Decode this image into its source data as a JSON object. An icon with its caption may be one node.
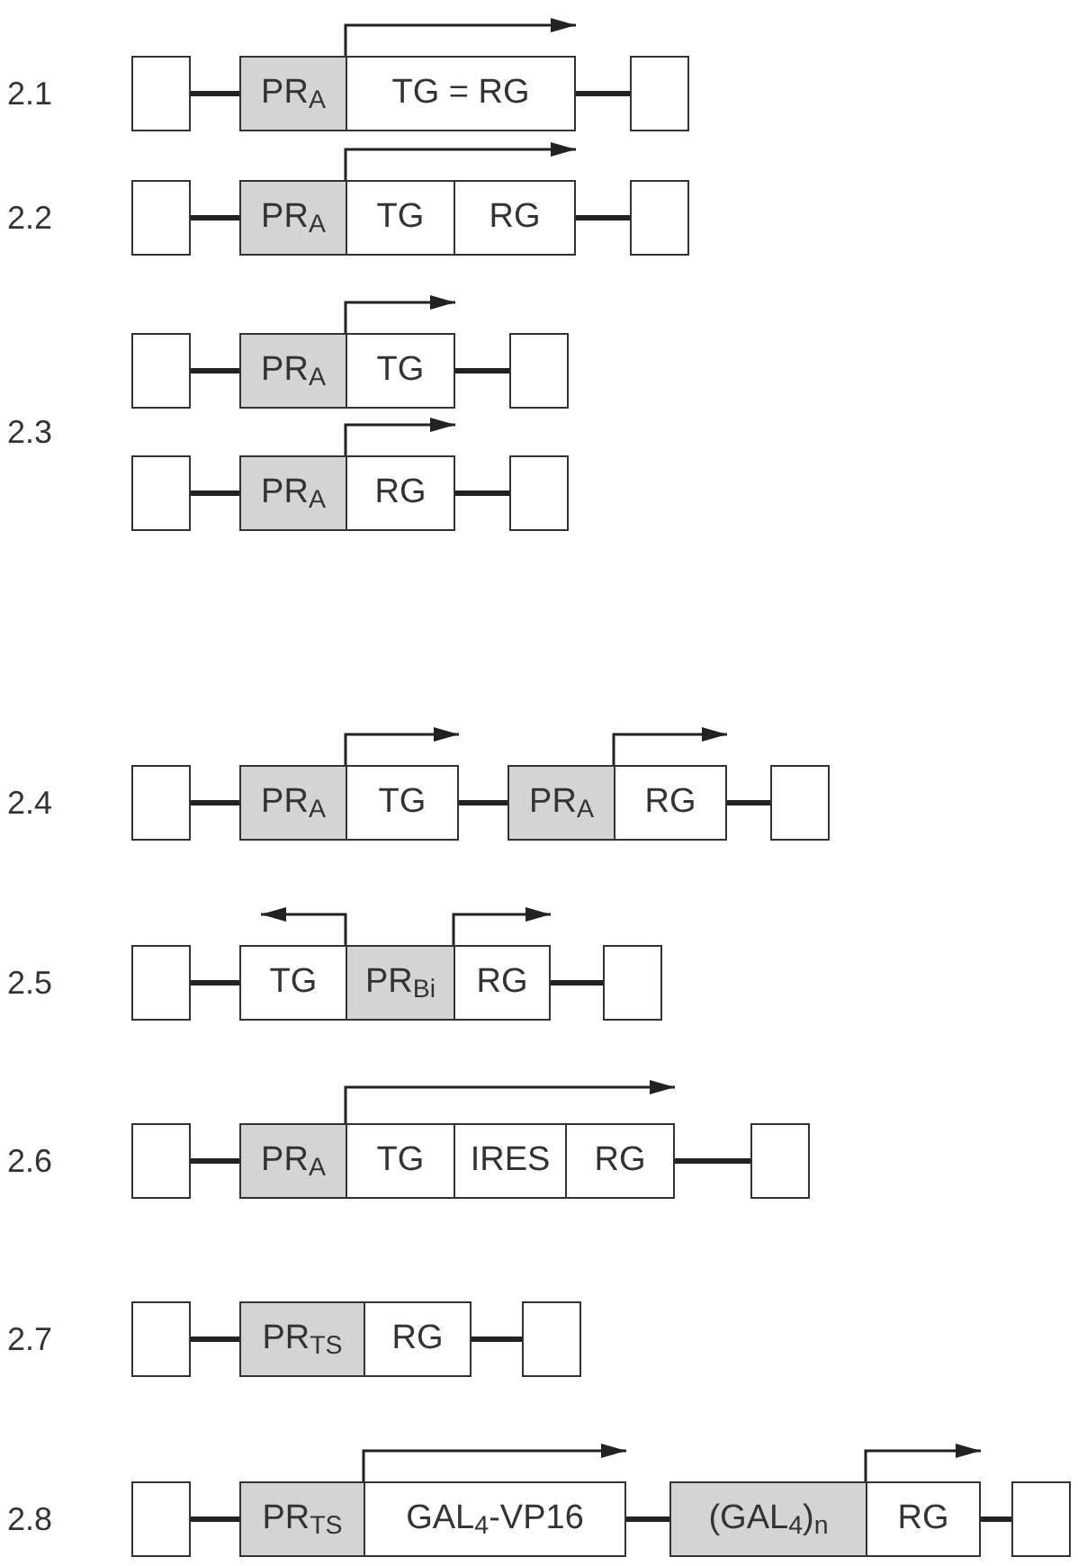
{
  "diagram": {
    "nodes": [
      {
        "text": [],
        "shape": "box"
      },
      {
        "text": [
          "PR$_{A}$"
        ]
      },
      {
        "text": [
          "TG = RG"
        ]
      },
      {
        "text": [],
        "shape": "box"
      },
      {
        "text": [],
        "shape": "box"
      },
      {
        "text": [
          "PR$_{A}$"
        ]
      },
      {
        "text": [
          "TG"
        ]
      },
      {
        "text": [
          "RG"
        ]
      },
      {
        "text": [],
        "shape": "box"
      },
      {
        "text": [],
        "shape": "box"
      },
      {
        "text": [
          "PR$_{A}$"
        ]
      },
      {
        "text": [
          "TG"
        ]
      },
      {
        "text": [],
        "shape": "box"
      },
      {
        "text": [],
        "shape": "box"
      },
      {
        "text": [
          "PR$_{A}$"
        ]
      },
      {
        "text": [
          "RG"
        ]
      },
      {
        "text": [],
        "shape": "box"
      },
      {
        "text": [],
        "shape": "box"
      },
      {
        "text": [
          "PR$_{A}$"
        ]
      },
      {
        "text": [
          "TG"
        ]
      },
      {
        "text": [
          "PR$_{A}$"
        ]
      },
      {
        "text": [
          "RG"
        ]
      },
      {
        "text": [],
        "shape": "box"
      },
      {
        "text": [],
        "shape": "box"
      },
      {
        "text": [
          "TG"
        ]
      },
      {
        "text": [
          "PR$_{Bi}$"
        ]
      },
      {
        "text": [
          "RG"
        ]
      },
      {
        "text": [],
        "shape": "box"
      },
      {
        "text": [],
        "shape": "box"
      },
      {
        "text": [
          "PR$_{A}$"
        ]
      },
      {
        "text": [
          "TG"
        ]
      },
      {
        "text": [
          "IRES"
        ]
      },
      {
        "text": [
          "RG"
        ]
      },
      {
        "text": [],
        "shape": "box"
      },
      {
        "text": [],
        "shape": "box"
      },
      {
        "text": [
          "PR$_{TS}$"
        ]
      },
      {
        "text": [
          "RG"
        ]
      },
      {
        "text": [],
        "shape": "box"
      },
      {
        "text": [],
        "shape": "box"
      },
      {
        "text": [
          "PR$_{TS}$"
        ]
      },
      {
        "text": [
          "GAL$_{4}$-VP16"
        ]
      },
      {
        "text": [
          "(GAL$_{4}$)$_{n}$"
        ]
      },
      {
        "text": [
          "RG"
        ]
      },
      {
        "text": [],
        "shape": "box"
      }
    ],
    "edges": [
      {
        "from": 0,
        "to": 1,
        "arrow": "none"
      },
      {
        "from": 2,
        "to": 3,
        "arrow": "none"
      },
      {
        "from": 4,
        "to": 5,
        "arrow": "none"
      },
      {
        "from": 7,
        "to": 8,
        "arrow": "none"
      },
      {
        "from": 9,
        "to": 10,
        "arrow": "none"
      },
      {
        "from": 11,
        "to": 12,
        "arrow": "none"
      },
      {
        "from": 13,
        "to": 14,
        "arrow": "none"
      },
      {
        "from": 15,
        "to": 16,
        "arrow": "none"
      },
      {
        "from": 17,
        "to": 18,
        "arrow": "none"
      },
      {
        "from": 19,
        "to": 20,
        "arrow": "none"
      },
      {
        "from": 21,
        "to": 22,
        "arrow": "none"
      },
      {
        "from": 23,
        "to": 24,
        "arrow": "none"
      },
      {
        "from": 26,
        "to": 27,
        "arrow": "none"
      },
      {
        "from": 28,
        "to": 29,
        "arrow": "none"
      },
      {
        "from": 32,
        "to": 33,
        "arrow": "none"
      },
      {
        "from": 34,
        "to": 35,
        "arrow": "none"
      },
      {
        "from": 36,
        "to": 37,
        "arrow": "none"
      },
      {
        "from": 38,
        "to": 39,
        "arrow": "none"
      },
      {
        "from": 40,
        "to": 41,
        "arrow": "none"
      },
      {
        "from": 42,
        "to": 43,
        "arrow": "none"
      },
      {
        "from": 1,
        "to": 2,
        "arrow": "to"
      },
      {
        "from": 5,
        "to": 7,
        "arrow": "to"
      },
      {
        "from": 10,
        "to": 11,
        "arrow": "to"
      },
      {
        "from": 14,
        "to": 15,
        "arrow": "to"
      },
      {
        "from": 18,
        "to": 19,
        "arrow": "to"
      },
      {
        "from": 20,
        "to": 21,
        "arrow": "to"
      },
      {
        "from": 25,
        "to": 24,
        "arrow": "to"
      },
      {
        "from": 25,
        "to": 26,
        "arrow": "to"
      },
      {
        "from": 29,
        "to": 32,
        "arrow": "to"
      },
      {
        "from": 39,
        "to": 40,
        "arrow": "to"
      },
      {
        "from": 41,
        "to": 42,
        "arrow": "to"
      }
    ],
    "labels": [
      "2.1",
      "2.2",
      "2.3",
      "2.4",
      "2.5",
      "2.6",
      "2.7",
      "2.8"
    ]
  }
}
